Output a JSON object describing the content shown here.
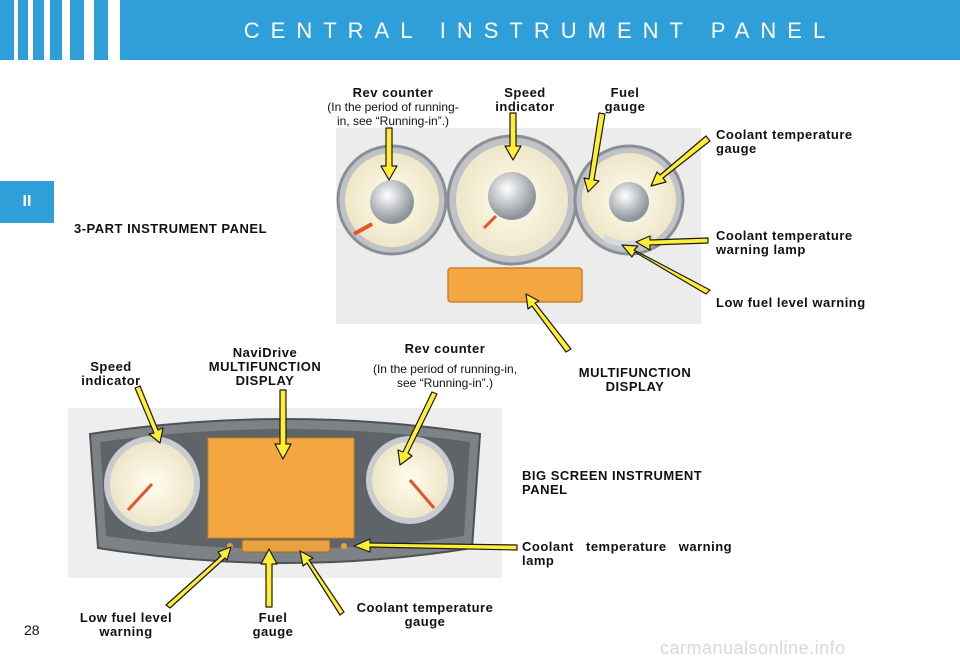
{
  "header": {
    "title": "CENTRAL INSTRUMENT PANEL"
  },
  "tab": {
    "label": "II"
  },
  "page_number": "28",
  "watermark": "carmanualsonline.info",
  "three_part": {
    "title": "3-PART INSTRUMENT PANEL",
    "rev_counter": {
      "title": "Rev counter",
      "note_line1": "(In the period of running-",
      "note_line2": "in, see “Running-in”.)"
    },
    "speed_indicator": {
      "line1": "Speed",
      "line2": "indicator"
    },
    "fuel_gauge": {
      "line1": "Fuel",
      "line2": "gauge"
    },
    "coolant_gauge": {
      "line1": "Coolant temperature",
      "line2": "gauge"
    },
    "coolant_lamp": {
      "line1": "Coolant temperature",
      "line2": "warning lamp"
    },
    "low_fuel": "Low fuel level warning",
    "multifunction": {
      "line1": "MULTIFUNCTION",
      "line2": "DISPLAY"
    }
  },
  "big_screen": {
    "title_line1": "BIG SCREEN INSTRUMENT",
    "title_line2": "PANEL",
    "speed_indicator": {
      "line1": "Speed",
      "line2": "indicator"
    },
    "navidrive": {
      "line1": "NaviDrive",
      "line2": "MULTIFUNCTION",
      "line3": "DISPLAY"
    },
    "rev_counter": {
      "title": "Rev counter",
      "note_line1": "(In the period of running-in,",
      "note_line2": "see “Running-in”.)"
    },
    "coolant_lamp": {
      "line1": "Coolant temperature warning",
      "line2": "lamp"
    },
    "low_fuel": {
      "line1": "Low fuel level",
      "line2": "warning"
    },
    "fuel_gauge": {
      "line1": "Fuel",
      "line2": "gauge"
    },
    "coolant_gauge": {
      "line1": "Coolant temperature",
      "line2": "gauge"
    }
  },
  "colors": {
    "header_blue": "#2e9fd9",
    "display_orange": "#f4a640",
    "arrow_yellow": "#ffee33"
  }
}
